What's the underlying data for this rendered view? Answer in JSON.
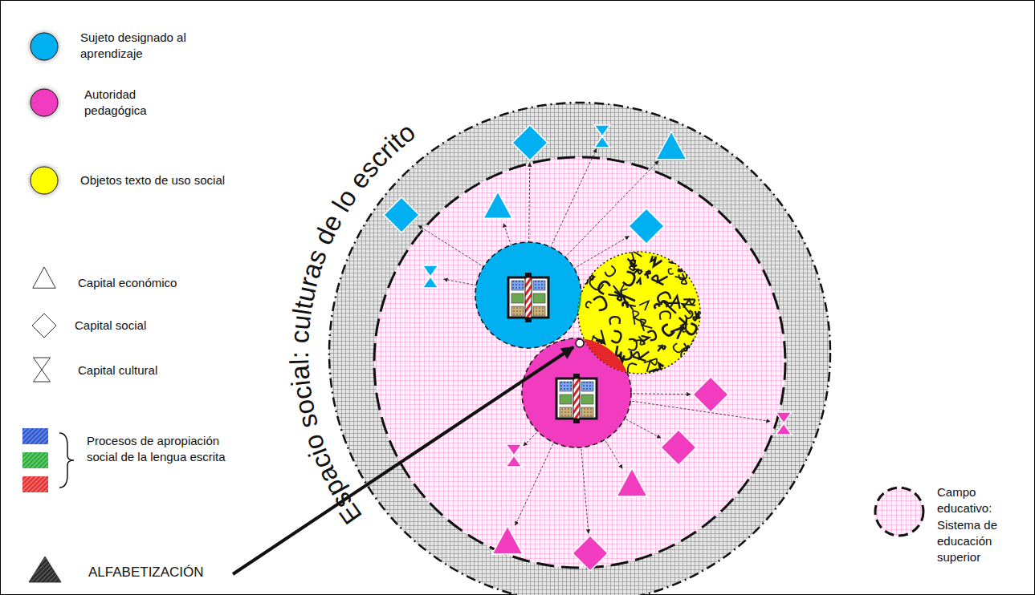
{
  "diagram": {
    "nodes": [
      {
        "text": [
          "Espacio social: culturas de lo escrito"
        ]
      }
    ],
    "legend": [
      {
        "text": "Sujeto designado al aprendizaje",
        "color": "#00b0f0"
      },
      {
        "text": "Autoridad pedagógica",
        "color": "#f23cc0"
      },
      {
        "text": "Objetos texto de uso social",
        "color": "#ffff00"
      },
      {
        "text": "Capital económico"
      },
      {
        "text": "Capital social"
      },
      {
        "text": "Capital cultural"
      },
      {
        "text": "Procesos de apropiación social de la lengua escrita"
      },
      {
        "text": "ALFABETIZACIÓN"
      },
      {
        "text": "Campo educativo: Sistema de educación superior"
      }
    ]
  }
}
